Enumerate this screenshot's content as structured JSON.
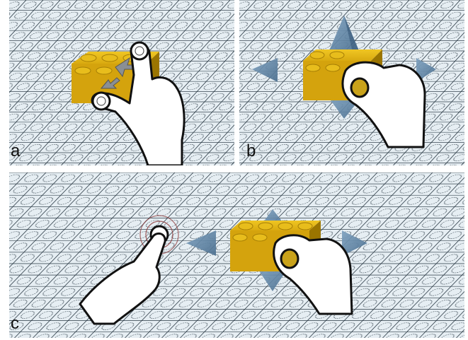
{
  "panels": [
    {
      "id": "a",
      "label": "a",
      "gesture": "two-finger-pinch"
    },
    {
      "id": "b",
      "label": "b",
      "gesture": "grab-brick"
    },
    {
      "id": "c",
      "label": "c",
      "gesture": "touch-and-grab"
    }
  ],
  "colors": {
    "grid_background": "#e6eef3",
    "grid_line": "#2b3a45",
    "brick": "#d9aa10",
    "brick_dark": "#9b7500",
    "arrow": "#5f86a8",
    "touch_ring": "#8e3d3d"
  },
  "icons": [
    "hand-icon",
    "finger-touch-icon",
    "arrow-icon",
    "brick-icon"
  ]
}
